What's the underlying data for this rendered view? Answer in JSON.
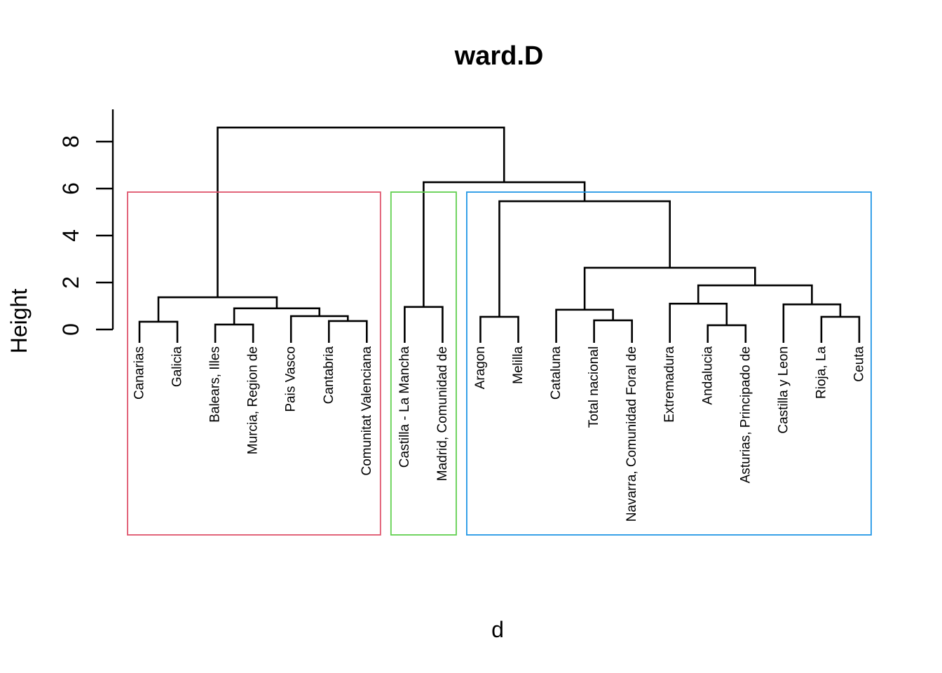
{
  "title": "ward.D",
  "xlabel": "d",
  "ylabel": "Height",
  "axis": {
    "tick_values": [
      0,
      2,
      4,
      6,
      8
    ]
  },
  "chart_data": {
    "type": "dendrogram",
    "clustering_method": "ward.D",
    "title": "ward.D",
    "xlabel": "d",
    "ylabel": "Height",
    "ylim": [
      0,
      9.3
    ],
    "grid": false,
    "leaves": [
      "Canarias",
      "Galicia",
      "Balears, Illes",
      "Murcia, Region de",
      "Pais Vasco",
      "Cantabria",
      "Comunitat Valenciana",
      "Castilla - La Mancha",
      "Madrid, Comunidad de",
      "Aragon",
      "Melilla",
      "Cataluna",
      "Total nacional",
      "Navarra, Comunidad Foral de",
      "Extremadura",
      "Andalucia",
      "Asturias, Principado de",
      "Castilla y Leon",
      "Rioja, La",
      "Ceuta"
    ],
    "merges": [
      {
        "id": "N0",
        "a": "L0",
        "b": "L1",
        "height": 0.33
      },
      {
        "id": "N1",
        "a": "L2",
        "b": "L3",
        "height": 0.21
      },
      {
        "id": "N2",
        "a": "L5",
        "b": "L6",
        "height": 0.36
      },
      {
        "id": "N3",
        "a": "L4",
        "b": "N2",
        "height": 0.57
      },
      {
        "id": "N4",
        "a": "N1",
        "b": "N3",
        "height": 0.9
      },
      {
        "id": "N5",
        "a": "N0",
        "b": "N4",
        "height": 1.37
      },
      {
        "id": "N6",
        "a": "L7",
        "b": "L8",
        "height": 0.96
      },
      {
        "id": "N7",
        "a": "L9",
        "b": "L10",
        "height": 0.54
      },
      {
        "id": "N8",
        "a": "L12",
        "b": "L13",
        "height": 0.39
      },
      {
        "id": "N9",
        "a": "L11",
        "b": "N8",
        "height": 0.84
      },
      {
        "id": "N10",
        "a": "L15",
        "b": "L16",
        "height": 0.18
      },
      {
        "id": "N11",
        "a": "L14",
        "b": "N10",
        "height": 1.1
      },
      {
        "id": "N12",
        "a": "L18",
        "b": "L19",
        "height": 0.54
      },
      {
        "id": "N13",
        "a": "L17",
        "b": "N12",
        "height": 1.07
      },
      {
        "id": "N14",
        "a": "N11",
        "b": "N13",
        "height": 1.88
      },
      {
        "id": "N15",
        "a": "N9",
        "b": "N14",
        "height": 2.63
      },
      {
        "id": "N16",
        "a": "N7",
        "b": "N15",
        "height": 5.46
      },
      {
        "id": "N17",
        "a": "N6",
        "b": "N16",
        "height": 6.27
      },
      {
        "id": "N18",
        "a": "N5",
        "b": "N17",
        "height": 8.6
      }
    ],
    "clusters": [
      {
        "name": "cluster-1",
        "leaf_span": [
          0,
          6
        ],
        "color": "#DF536B"
      },
      {
        "name": "cluster-2",
        "leaf_span": [
          7,
          8
        ],
        "color": "#61D04F"
      },
      {
        "name": "cluster-3",
        "leaf_span": [
          9,
          19
        ],
        "color": "#2297E6"
      }
    ],
    "line_color": "#000000"
  }
}
